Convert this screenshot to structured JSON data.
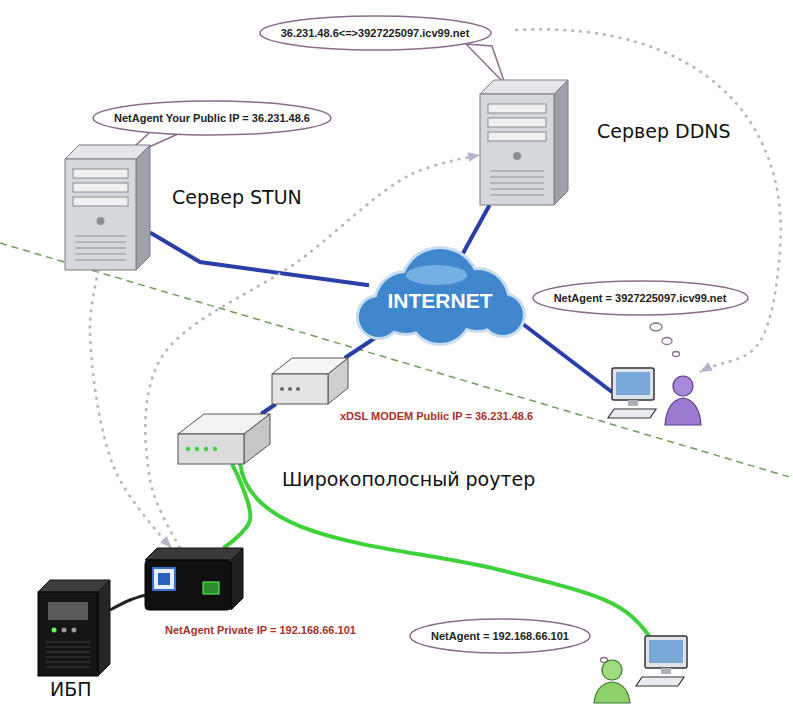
{
  "diagram": {
    "nodes": [
      {
        "text": [
          "NetAgent Your Public IP = 36.231.48.6"
        ]
      },
      {
        "text": [
          "36.231.48.6<=>3927225097.icv99.net"
        ]
      },
      {
        "text": [
          "Сервер STUN"
        ]
      },
      {
        "text": [
          "Сервер DDNS"
        ]
      },
      {
        "text": [
          "INTERNET"
        ]
      },
      {
        "text": [
          "NetAgent = 3927225097.icv99.net"
        ]
      },
      {
        "text": [
          "xDSL MODEM Public IP = 36.231.48.6"
        ]
      },
      {
        "text": [
          "Широкополосный роутер"
        ]
      },
      {
        "text": [
          "NetAgent Private IP = 192.168.66.101"
        ]
      },
      {
        "text": [
          "ИБП"
        ]
      },
      {
        "text": [
          "NetAgent = 192.168.66.101"
        ]
      }
    ],
    "edges": [
      {
        "from": 2,
        "to": 4,
        "arrow": "none"
      },
      {
        "from": 3,
        "to": 4,
        "arrow": "none"
      },
      {
        "from": 4,
        "to": 6,
        "arrow": "none"
      },
      {
        "from": 6,
        "to": 7,
        "arrow": "none"
      },
      {
        "from": 7,
        "to": 8,
        "arrow": "none"
      },
      {
        "from": 8,
        "to": 9,
        "arrow": "none"
      },
      {
        "from": 2,
        "to": 8,
        "arrow": "to"
      },
      {
        "from": 8,
        "to": 3,
        "arrow": "to"
      }
    ]
  }
}
